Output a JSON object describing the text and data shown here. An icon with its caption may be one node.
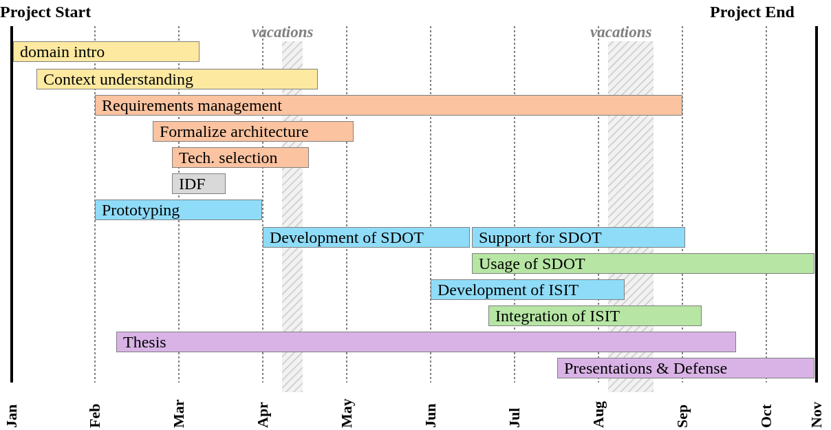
{
  "diagram": {
    "nodes": [
      {
        "text": [
          "domain intro"
        ]
      },
      {
        "text": [
          "Context understanding"
        ]
      },
      {
        "text": [
          "Requirements management"
        ]
      },
      {
        "text": [
          "Formalize architecture"
        ]
      },
      {
        "text": [
          "Tech. selection"
        ]
      },
      {
        "text": [
          "IDF"
        ]
      },
      {
        "text": [
          "Prototyping"
        ]
      },
      {
        "text": [
          "Development of SDOT"
        ]
      },
      {
        "text": [
          "Support for SDOT"
        ]
      },
      {
        "text": [
          "Usage of SDOT"
        ]
      },
      {
        "text": [
          "Development of ISIT"
        ]
      },
      {
        "text": [
          "Integration of ISIT"
        ]
      },
      {
        "text": [
          "Thesis"
        ]
      },
      {
        "text": [
          "Presentations & Defense"
        ]
      },
      {
        "text": [],
        "shape": "bar"
      },
      {
        "text": [],
        "shape": "bar"
      }
    ],
    "edges": [],
    "labels": [
      "Project Start",
      "Project End",
      "vacations",
      "vacations",
      "Jan",
      "Feb",
      "Mar",
      "Apr",
      "May",
      "Jun",
      "Jul",
      "Aug",
      "Sep",
      "Oct",
      "Nov"
    ]
  }
}
